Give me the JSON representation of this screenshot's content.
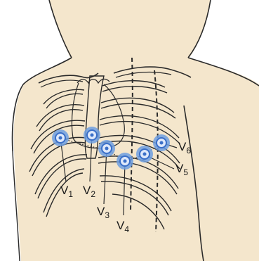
{
  "colors": {
    "skin": "#f4e6cc",
    "outline": "#2a2a2a",
    "electrode_outer": "#6f9fe0",
    "electrode_inner": "#3a6fc8"
  },
  "leads": [
    {
      "prefix": "V",
      "sub": "1"
    },
    {
      "prefix": "V",
      "sub": "2"
    },
    {
      "prefix": "V",
      "sub": "3"
    },
    {
      "prefix": "V",
      "sub": "4"
    },
    {
      "prefix": "V",
      "sub": "5"
    },
    {
      "prefix": "V",
      "sub": "6"
    }
  ]
}
